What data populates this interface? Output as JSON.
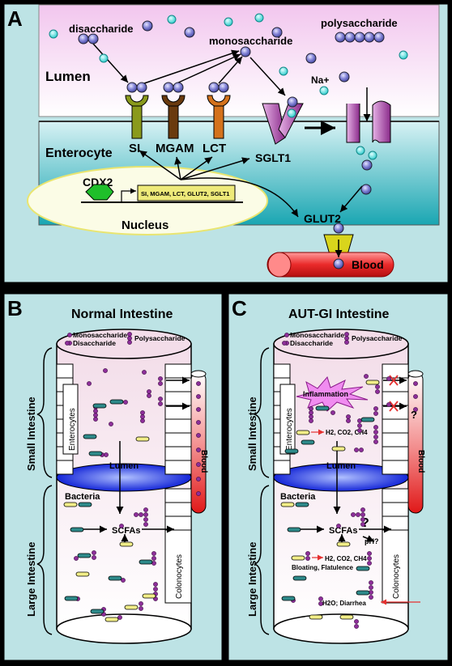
{
  "panel_a": {
    "letter": "A",
    "lumen_label": "Lumen",
    "enterocyte_label": "Enterocyte",
    "nucleus_label": "Nucleus",
    "disaccharide_label": "disaccharide",
    "monosaccharide_label": "monosaccharide",
    "polysaccharide_label": "polysaccharide",
    "na_label": "Na+",
    "si_label": "SI",
    "mgam_label": "MGAM",
    "lct_label": "LCT",
    "sglt1_label": "SGLT1",
    "glut2_label": "GLUT2",
    "cdx2_label": "CDX2",
    "gene_box_label": "SI, MGAM, LCT, GLUT2, SGLT1",
    "blood_label": "Blood",
    "colors": {
      "lumen_top": "#f7dcf3",
      "enterocyte": "#6fc7cf",
      "sugar": "#6f70c8",
      "na": "#46e4e4",
      "si": "#8a9a1c",
      "mgam": "#6a3a0e",
      "lct": "#d4721c",
      "sglt1": "#a03ca0",
      "cdx2": "#1fbf2a",
      "gene_box": "#eeea7a",
      "glut2": "#d9d51c",
      "blood": "#e03030"
    }
  },
  "panel_b": {
    "letter": "B",
    "title": "Normal Intestine",
    "monosaccharide_label": "Monosaccharide",
    "disaccharide_label": "Disaccharide",
    "polysaccharide_label": "Polysaccharide",
    "small_intestine_label": "Small Intestine",
    "large_intestine_label": "Large Intestine",
    "enterocytes_label": "Enterocytes",
    "colonocytes_label": "Colonocytes",
    "lumen_label": "Lumen",
    "bacteria_label": "Bacteria",
    "scfas_label": "SCFAs",
    "blood_label": "Blood"
  },
  "panel_c": {
    "letter": "C",
    "title": "AUT-GI Intestine",
    "monosaccharide_label": "Monosaccharide",
    "disaccharide_label": "Disaccharide",
    "polysaccharide_label": "Polysaccharide",
    "small_intestine_label": "Small Intestine",
    "large_intestine_label": "Large Intestine",
    "enterocytes_label": "Enterocytes",
    "colonocytes_label": "Colonocytes",
    "lumen_label": "Lumen",
    "bacteria_label": "Bacteria",
    "scfas_label": "SCFAs",
    "blood_label": "Blood",
    "inflammation_label": "Inflammation",
    "gas_label_small": "H2, CO2, CH4",
    "gas_label_large": "H2, CO2, CH4",
    "bloating_label": "Bloating, Flatulence",
    "diarrhea_label": "H2O; Diarrhea",
    "ph_label": "pH?",
    "question_scfa": "?",
    "question_blood": "?"
  }
}
